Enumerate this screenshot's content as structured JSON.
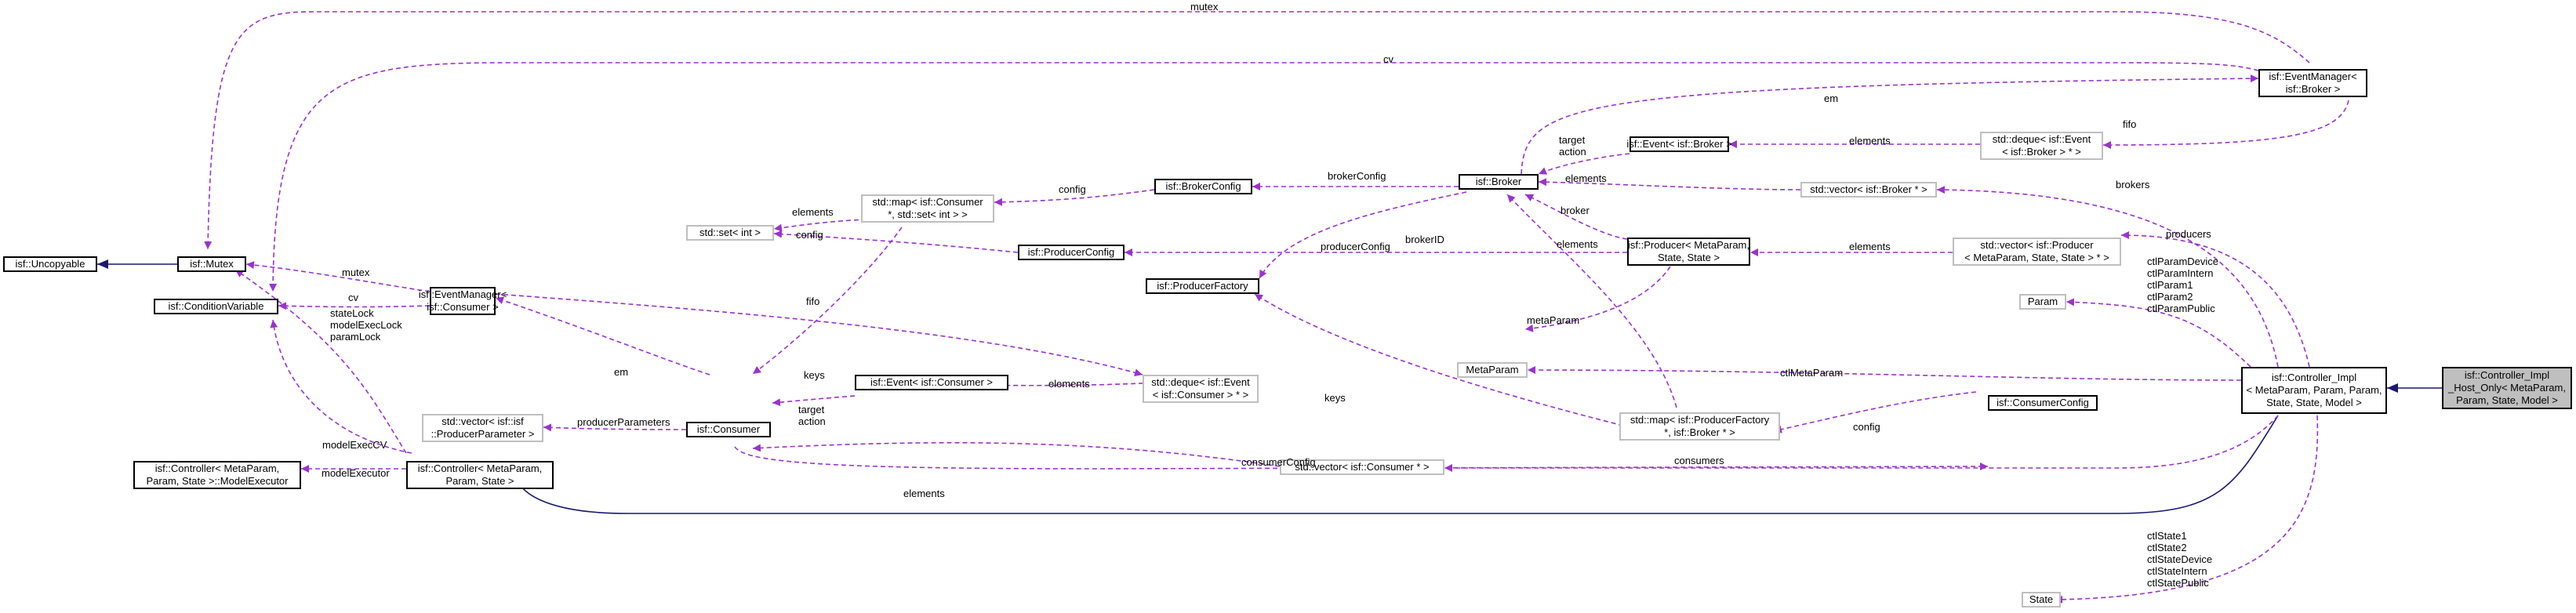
{
  "nodes": {
    "uncopyable": "isf::Uncopyable",
    "mutex": "isf::Mutex",
    "condition_variable": "isf::ConditionVariable",
    "model_executor": "isf::Controller< MetaParam,\nParam, State >::ModelExecutor",
    "controller": "isf::Controller< MetaParam,\nParam, State >",
    "event_manager_consumer": "isf::EventManager<\nisf::Consumer >",
    "vector_producer_parameter": "std::vector< isf::isf\n::ProducerParameter >",
    "set_int": "std::set< int >",
    "map_consumer_set": "std::map< isf::Consumer\n*, std::set< int > >",
    "consumer": "isf::Consumer",
    "event_consumer": "isf::Event< isf::Consumer >",
    "deque_event_consumer": "std::deque< isf::Event\n< isf::Consumer > * >",
    "broker_config": "isf::BrokerConfig",
    "producer_config": "isf::ProducerConfig",
    "producer_factory": "isf::ProducerFactory",
    "broker": "isf::Broker",
    "event_broker": "isf::Event< isf::Broker >",
    "deque_event_broker": "std::deque< isf::Event\n< isf::Broker > * >",
    "vector_broker": "std::vector< isf::Broker * >",
    "producer": "isf::Producer< MetaParam,\nState, State >",
    "vector_producer": "std::vector< isf::Producer\n< MetaParam, State, State > * >",
    "meta_param": "MetaParam",
    "map_producer_factory": "std::map< isf::ProducerFactory\n*, isf::Broker * >",
    "consumer_config": "isf::ConsumerConfig",
    "vector_consumer": "std::vector< isf::Consumer * >",
    "event_manager_broker": "isf::EventManager<\nisf::Broker >",
    "param": "Param",
    "controller_impl": "isf::Controller_Impl\n< MetaParam, Param, Param,\nState, State, Model >",
    "controller_impl_host_only": "isf::Controller_Impl\n_Host_Only< MetaParam,\nParam, State, Model >",
    "state": "State"
  },
  "edge_labels": {
    "mutex_top": "mutex",
    "cv_top": "cv",
    "em_top": "em",
    "fifo_broker": "fifo",
    "target_action_broker": "target\naction",
    "elements_deque_broker": "elements",
    "broker_config": "brokerConfig",
    "config_map": "config",
    "elements_set": "elements",
    "config_producer": "config",
    "elements_vector_broker": "elements",
    "brokers": "brokers",
    "broker_producer": "broker",
    "elements_map_pf": "elements",
    "producer_config": "producerConfig",
    "elements_vector_producer": "elements",
    "producers": "producers",
    "ctl_params": "ctlParamDevice\nctlParamIntern\nctlParam1\nctlParam2\nctlParamPublic",
    "broker_id": "brokerID",
    "mutex_em_consumer": "mutex",
    "cv_em_consumer": "cv",
    "locks": "stateLock\nmodelExecLock\nparamLock",
    "fifo_consumer": "fifo",
    "keys_map_consumer": "keys",
    "meta_param": "metaParam",
    "ctl_meta_param": "ctlMetaParam",
    "em_consumer": "em",
    "elements_deque_consumer": "elements",
    "target_action_consumer": "target\naction",
    "keys_map_pf": "keys",
    "producer_parameters": "producerParameters",
    "config_consumer": "config",
    "model_exec_cv": "modelExecCV",
    "model_executor": "modelExecutor",
    "consumer_config": "consumerConfig",
    "elements_vector_consumer": "elements",
    "consumers": "consumers",
    "ctl_states": "ctlState1\nctlState2\nctlStateDevice\nctlStateIntern\nctlStatePublic"
  },
  "colors": {
    "inheritance_edge": "#191970",
    "usage_edge": "#9a32cd",
    "node_border": "#000000",
    "external_node_border": "#bfbfbf",
    "focus_node_fill": "#bfbfbf"
  }
}
